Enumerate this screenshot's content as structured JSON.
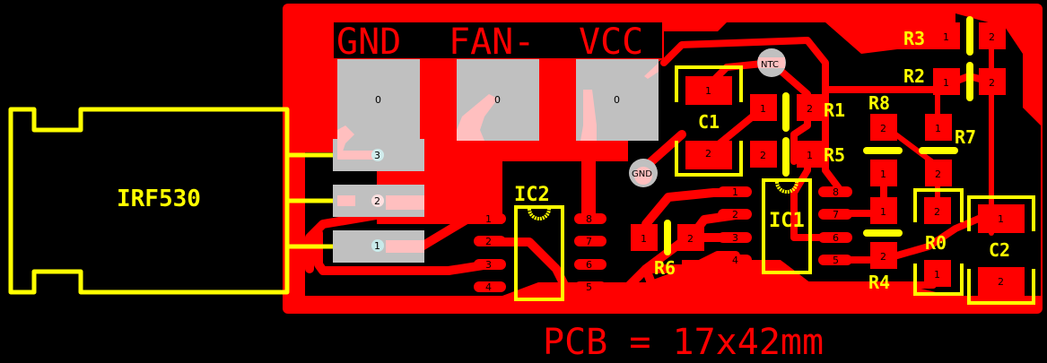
{
  "title_label": "PCB = 17x42mm",
  "colors": {
    "background": "#000000",
    "copper": "#ff0000",
    "silkscreen": "#ffff00",
    "pad_overlay": "#c0c0c0",
    "via": "#c0c0c0",
    "via_highlight": "#ffbfbf"
  },
  "connector_labels": [
    "GND",
    "FAN-",
    "VCC"
  ],
  "connector_pads": [
    {
      "label": "0"
    },
    {
      "label": "0"
    },
    {
      "label": "0"
    }
  ],
  "mosfet": {
    "name": "IRF530",
    "pins": [
      "3",
      "2",
      "1"
    ]
  },
  "vias": [
    {
      "label": "NTC"
    },
    {
      "label": "GND"
    }
  ],
  "components": {
    "IC1": {
      "name": "IC1",
      "pins": [
        "1",
        "2",
        "3",
        "4",
        "5",
        "6",
        "7",
        "8"
      ]
    },
    "IC2": {
      "name": "IC2",
      "pins": [
        "1",
        "2",
        "3",
        "4",
        "5",
        "6",
        "7",
        "8"
      ]
    },
    "C1": {
      "name": "C1",
      "pins": [
        "1",
        "2"
      ]
    },
    "C2": {
      "name": "C2",
      "pins": [
        "1",
        "2"
      ]
    },
    "R0": {
      "name": "R0",
      "pins": [
        "2",
        "1"
      ]
    },
    "R1": {
      "name": "R1",
      "pins": [
        "1",
        "2"
      ]
    },
    "R2": {
      "name": "R2",
      "pins": [
        "1",
        "2"
      ]
    },
    "R3": {
      "name": "R3",
      "pins": [
        "1",
        "2"
      ]
    },
    "R4": {
      "name": "R4",
      "pins": [
        "1",
        "2"
      ]
    },
    "R5": {
      "name": "R5",
      "pins": [
        "2",
        "1"
      ]
    },
    "R6": {
      "name": "R6",
      "pins": [
        "1",
        "2"
      ]
    },
    "R7": {
      "name": "R7",
      "pins": [
        "1",
        "2"
      ]
    },
    "R8": {
      "name": "R8",
      "pins": [
        "2",
        "1"
      ]
    }
  }
}
